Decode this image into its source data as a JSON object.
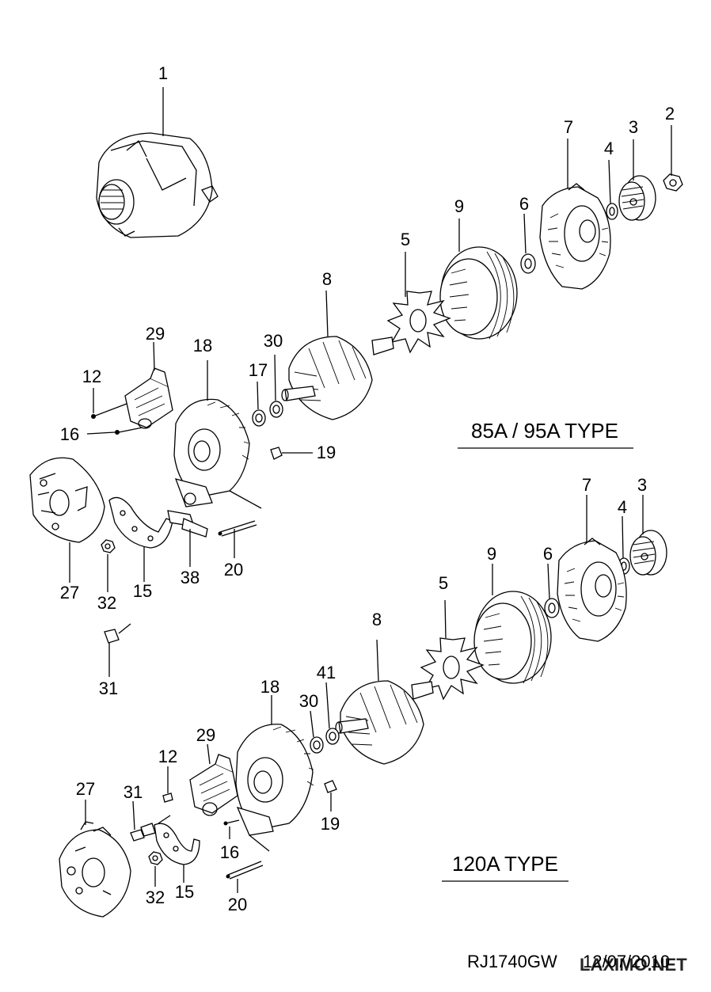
{
  "sections": [
    {
      "title": "85A / 95A TYPE"
    },
    {
      "title": "120A TYPE"
    }
  ],
  "callouts_85a": [
    "1",
    "2",
    "3",
    "4",
    "5",
    "6",
    "7",
    "8",
    "9",
    "12",
    "15",
    "16",
    "17",
    "18",
    "19",
    "20",
    "27",
    "29",
    "30",
    "31",
    "32",
    "38"
  ],
  "callouts_120a": [
    "3",
    "4",
    "5",
    "6",
    "7",
    "8",
    "9",
    "12",
    "15",
    "16",
    "18",
    "19",
    "20",
    "27",
    "29",
    "30",
    "31",
    "32",
    "41"
  ],
  "footer": {
    "code": "RJ1740GW",
    "date": "12/07/2010",
    "watermark": "LAXIMO.NET"
  }
}
